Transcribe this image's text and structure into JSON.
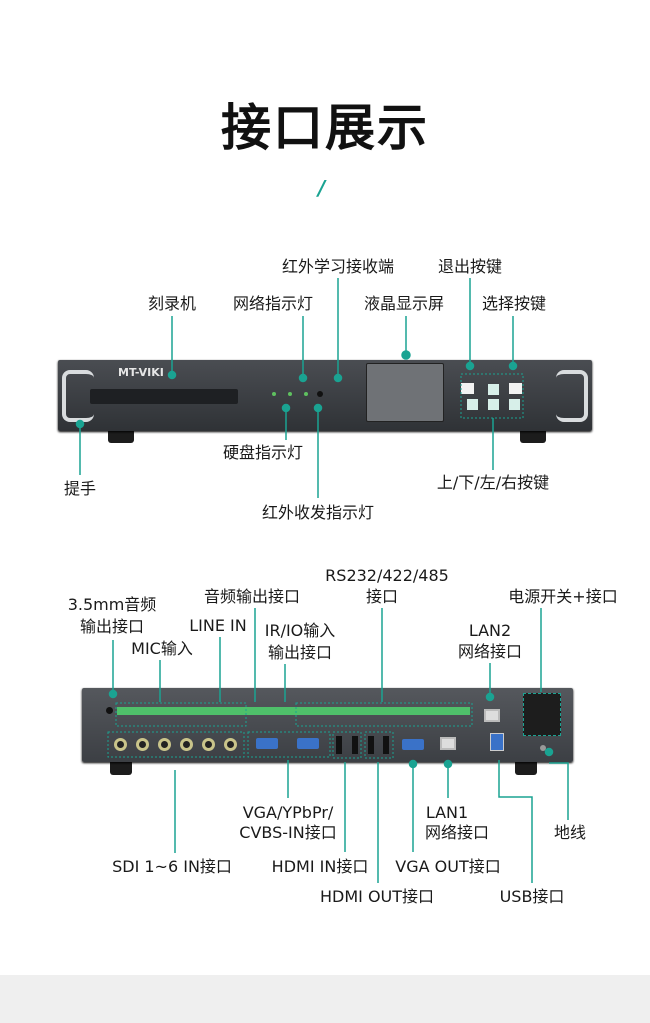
{
  "title": "接口展示",
  "accent": "#1aa392",
  "front": {
    "brand": "MT-VIKI",
    "labels": {
      "recorder": "刻录机",
      "net_led": "网络指示灯",
      "ir_receiver": "红外学习接收端",
      "lcd": "液晶显示屏",
      "esc_key": "退出按键",
      "select_key": "选择按键",
      "handle": "提手",
      "hdd_led": "硬盘指示灯",
      "ir_led": "红外收发指示灯",
      "arrow_keys": "上/下/左/右按键"
    }
  },
  "rear": {
    "labels": {
      "audio_out_35_a": "3.5mm音频",
      "audio_out_35_b": "输出接口",
      "mic_in": "MIC输入",
      "line_in": "LINE IN",
      "audio_out": "音频输出接口",
      "irio_a": "IR/IO输入",
      "irio_b": "输出接口",
      "rs_a": "RS232/422/485",
      "rs_b": "接口",
      "lan2_a": "LAN2",
      "lan2_b": "网络接口",
      "power": "电源开关+接口",
      "sdi": "SDI 1~6 IN接口",
      "vga_in_a": "VGA/YPbPr/",
      "vga_in_b": "CVBS-IN接口",
      "hdmi_in": "HDMI IN接口",
      "hdmi_out": "HDMI OUT接口",
      "vga_out": "VGA OUT接口",
      "lan1_a": "LAN1",
      "lan1_b": "网络接口",
      "ground": "地线",
      "usb": "USB接口"
    }
  }
}
